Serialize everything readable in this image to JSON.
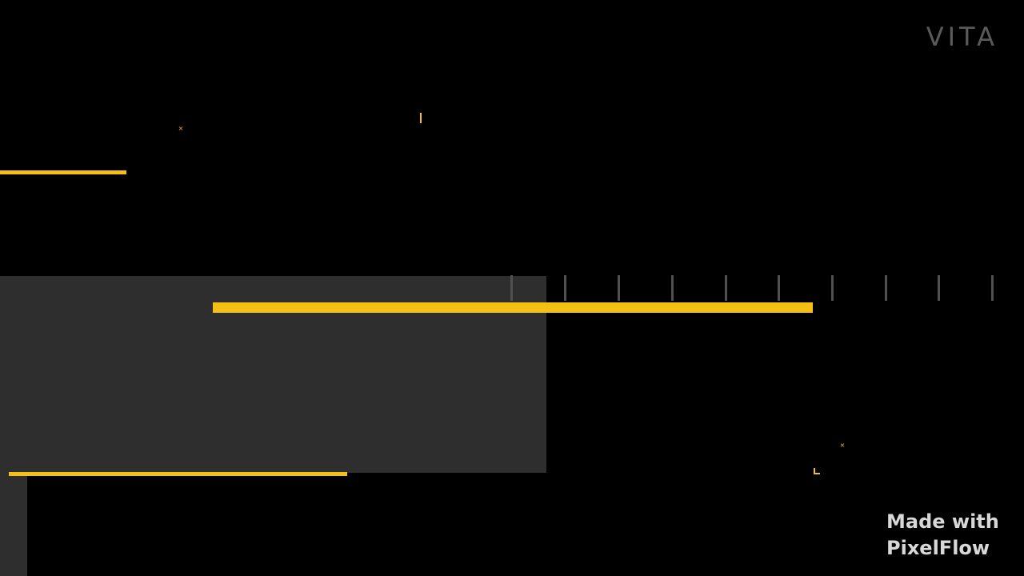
{
  "logo": {
    "text": "VITA",
    "color": "#5a5a5a"
  },
  "watermark": {
    "line1": "Made with",
    "line2": "PixelFlow",
    "color": "#d8d8d8"
  },
  "colors": {
    "background": "#000000",
    "panel": "#2e2e2e",
    "accent": "#f5c014",
    "tick": "#505050"
  },
  "decorations": {
    "x_mark": "×",
    "tick_count": 10
  }
}
